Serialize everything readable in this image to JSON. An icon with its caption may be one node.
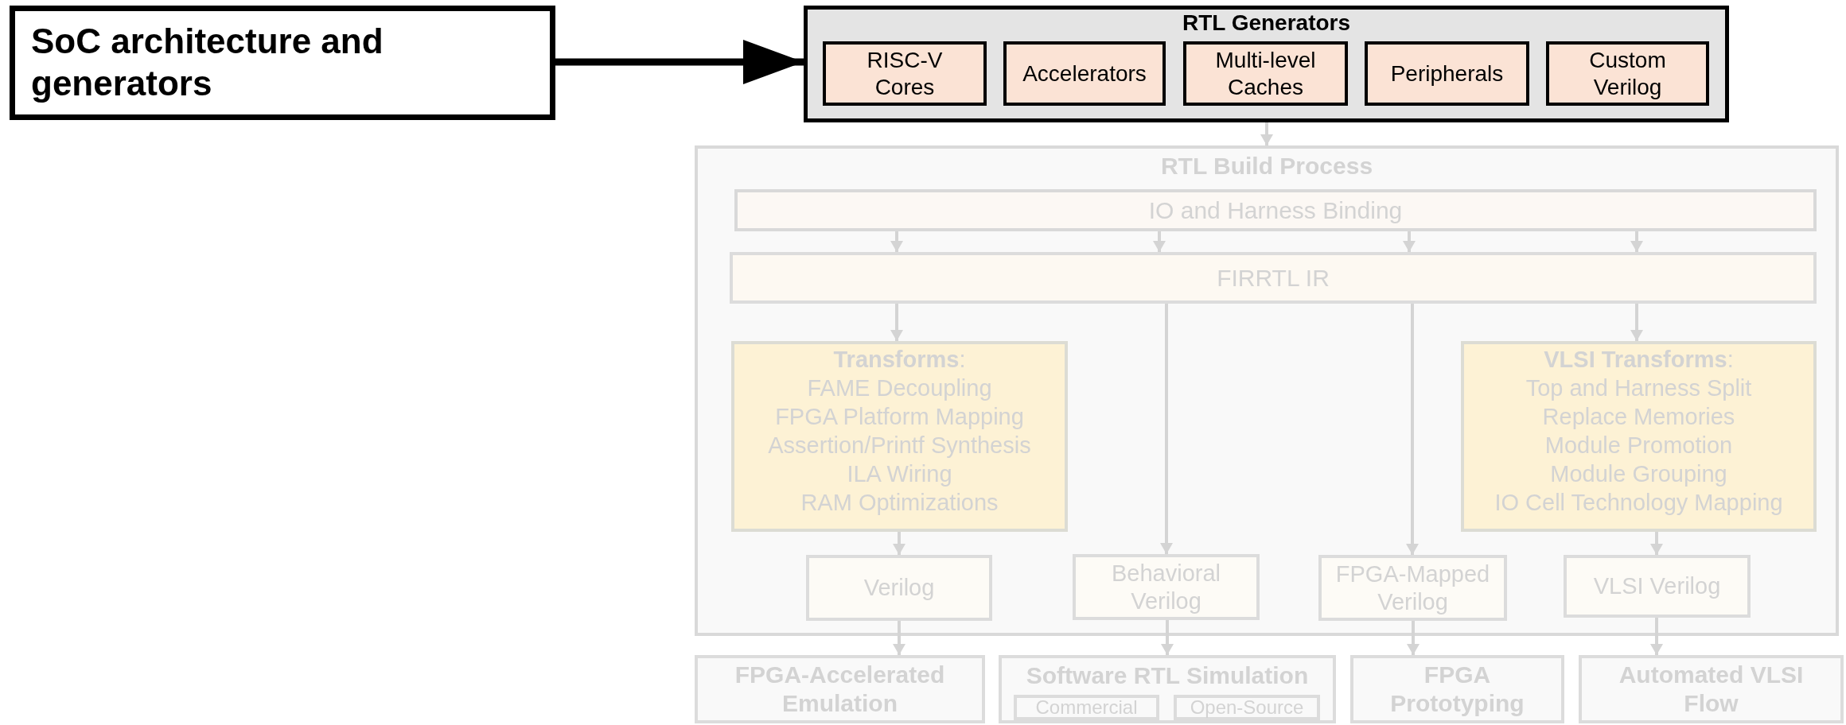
{
  "diagram": {
    "nodes": [
      {
        "text": [
          "SoC architecture and generators"
        ]
      },
      {
        "text": [
          "RTL Generators"
        ]
      },
      {
        "text": [
          "RISC-V Cores"
        ],
        "in": 1
      },
      {
        "text": [
          "Accelerators"
        ],
        "in": 1
      },
      {
        "text": [
          "Multi-level Caches"
        ],
        "in": 1
      },
      {
        "text": [
          "Peripherals"
        ],
        "in": 1
      },
      {
        "text": [
          "Custom Verilog"
        ],
        "in": 1
      },
      {
        "text": [
          "RTL Build Process"
        ]
      },
      {
        "text": [
          "IO and Harness Binding"
        ],
        "in": 7
      },
      {
        "text": [
          "FIRRTL IR"
        ],
        "in": 7
      },
      {
        "text": [
          "**Transforms**:",
          "FAME Decoupling",
          "FPGA Platform Mapping",
          "Assertion/Printf Synthesis",
          "ILA Wiring",
          "RAM Optimizations"
        ],
        "in": 7
      },
      {
        "text": [
          "**VLSI Transforms**:",
          "Top and Harness Split",
          "Replace Memories",
          "Module Promotion",
          "Module Grouping",
          "IO Cell Technology Mapping"
        ],
        "in": 7
      },
      {
        "text": [
          "Verilog"
        ],
        "in": 7
      },
      {
        "text": [
          "Behavioral Verilog"
        ],
        "in": 7
      },
      {
        "text": [
          "FPGA-Mapped Verilog"
        ],
        "in": 7
      },
      {
        "text": [
          "VLSI Verilog"
        ],
        "in": 7
      },
      {
        "text": [
          "FPGA-Accelerated Emulation"
        ]
      },
      {
        "text": [
          "Software RTL Simulation"
        ]
      },
      {
        "text": [
          "Commercial"
        ],
        "in": 17
      },
      {
        "text": [
          "Open-Source"
        ],
        "in": 17
      },
      {
        "text": [
          "FPGA Prototyping"
        ]
      },
      {
        "text": [
          "Automated VLSI Flow"
        ]
      }
    ],
    "edges": [
      {
        "from": 0,
        "to": 1,
        "arrow": "to",
        "style": "thick",
        "color": "#000000"
      },
      {
        "from": 1,
        "to": 7,
        "arrow": "to"
      },
      {
        "from": 8,
        "to": 9,
        "arrow": "to"
      },
      {
        "from": 8,
        "to": 9,
        "arrow": "to"
      },
      {
        "from": 8,
        "to": 9,
        "arrow": "to"
      },
      {
        "from": 8,
        "to": 9,
        "arrow": "to"
      },
      {
        "from": 9,
        "to": 10,
        "arrow": "to"
      },
      {
        "from": 9,
        "to": 13,
        "arrow": "to"
      },
      {
        "from": 9,
        "to": 14,
        "arrow": "to"
      },
      {
        "from": 9,
        "to": 11,
        "arrow": "to"
      },
      {
        "from": 10,
        "to": 12,
        "arrow": "to"
      },
      {
        "from": 11,
        "to": 15,
        "arrow": "to"
      },
      {
        "from": 12,
        "to": 16,
        "arrow": "to"
      },
      {
        "from": 13,
        "to": 17,
        "arrow": "to"
      },
      {
        "from": 14,
        "to": 20,
        "arrow": "to"
      },
      {
        "from": 15,
        "to": 21,
        "arrow": "to"
      }
    ]
  }
}
